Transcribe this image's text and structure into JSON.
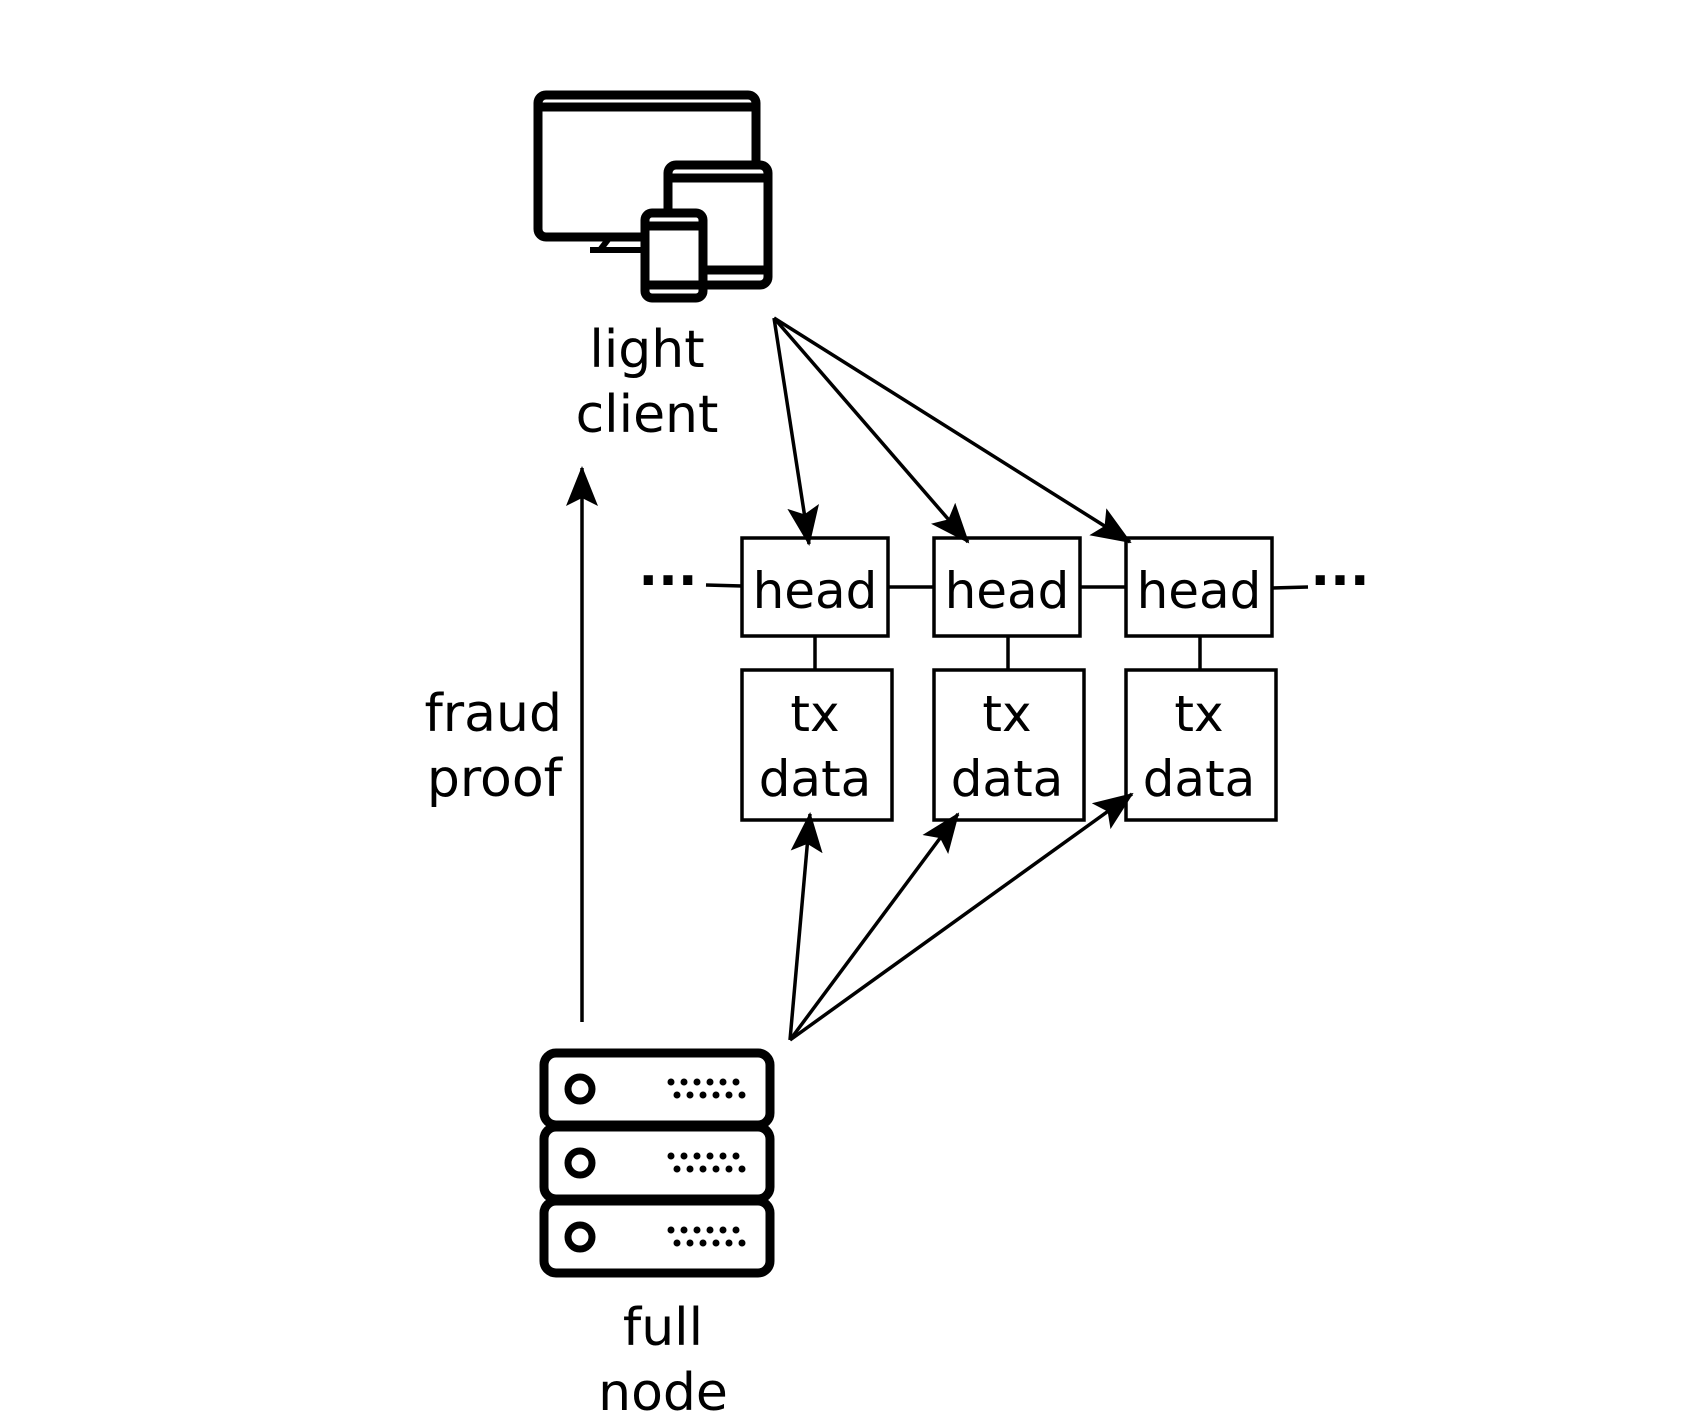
{
  "light_client": {
    "line1": "light",
    "line2": "client"
  },
  "full_node": {
    "line1": "full",
    "line2": "node"
  },
  "fraud_proof": {
    "line1": "fraud",
    "line2": "proof"
  },
  "chain": {
    "ellipsis_left": "···",
    "ellipsis_right": "···",
    "blocks": [
      {
        "head": "head",
        "data_line1": "tx",
        "data_line2": "data"
      },
      {
        "head": "head",
        "data_line1": "tx",
        "data_line2": "data"
      },
      {
        "head": "head",
        "data_line1": "tx",
        "data_line2": "data"
      }
    ]
  },
  "icons": {
    "light_client": "devices-icon",
    "full_node": "server-icon"
  },
  "colors": {
    "stroke": "#000000",
    "background": "#ffffff"
  }
}
